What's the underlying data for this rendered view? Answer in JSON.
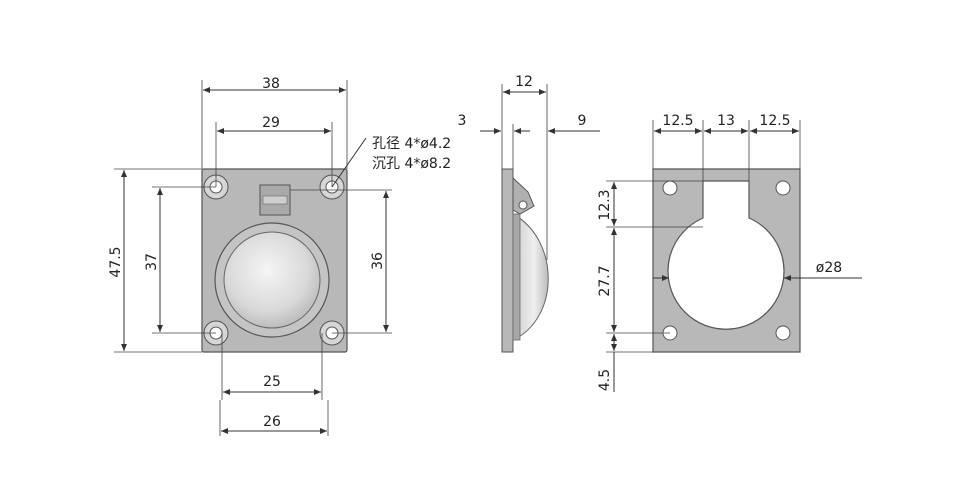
{
  "front_view": {
    "dims": {
      "overall_width": "38",
      "hole_spacing_top": "29",
      "overall_height": "47.5",
      "hole_spacing_left": "37",
      "hole_spacing_right": "36",
      "hole_spacing_bottom_inner": "25",
      "hole_spacing_bottom_outer": "26"
    },
    "hole_note": [
      "孔径 4*ø4.2",
      "沉孔 4*ø8.2"
    ]
  },
  "side_view": {
    "dims": {
      "depth": "12",
      "plate_thickness": "3",
      "ring_offset": "9"
    }
  },
  "cutout_view": {
    "dims": {
      "width_left": "12.5",
      "width_mid": "13",
      "width_right": "12.5",
      "slot_depth": "12.3",
      "circle_offset": "27.7",
      "bottom_offset": "4.5",
      "circle_diameter": "ø28"
    }
  },
  "colors": {
    "plate": "#b8b8b8",
    "line": "#333333",
    "background": "#ffffff"
  }
}
